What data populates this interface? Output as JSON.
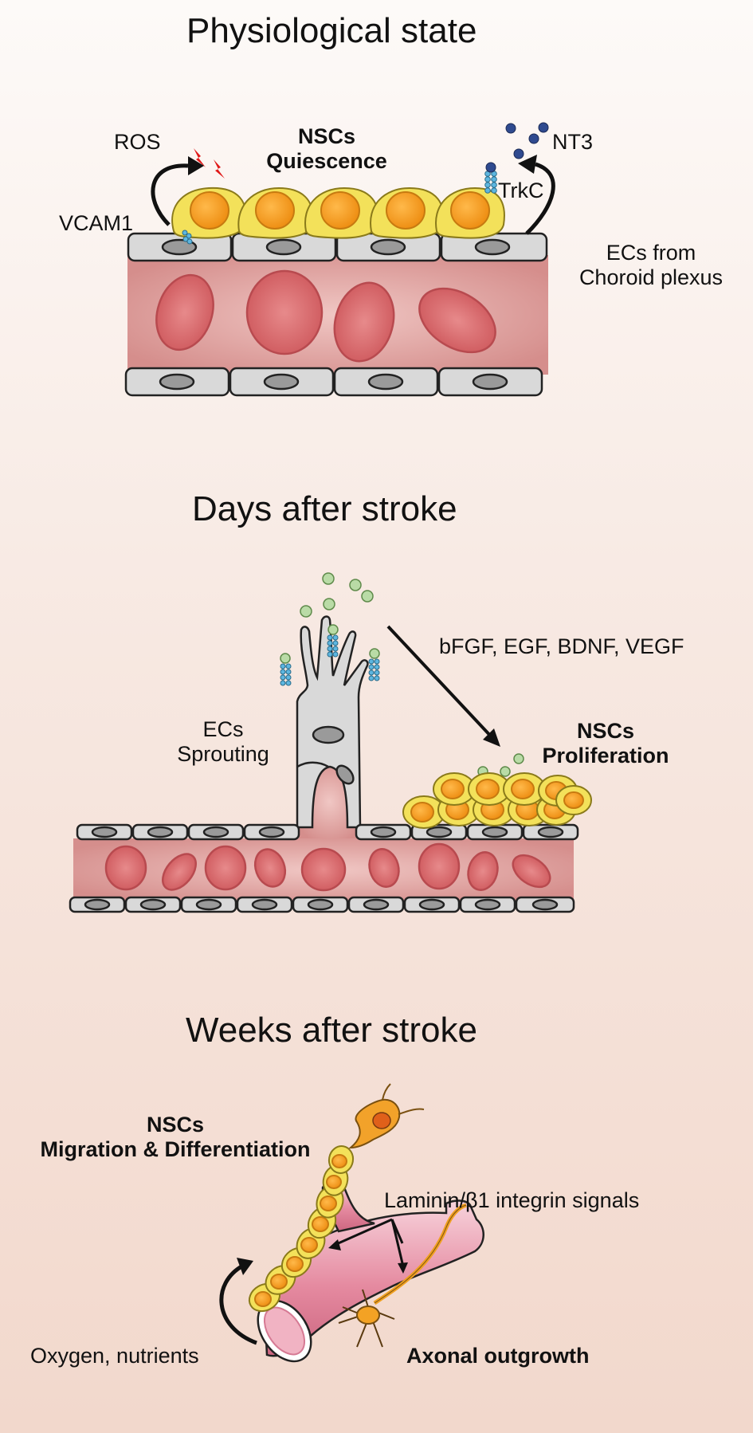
{
  "panels": {
    "physiological": {
      "title": "Physiological state",
      "nscs_line1": "NSCs",
      "nscs_line2": "Quiescence",
      "ros": "ROS",
      "nt3": "NT3",
      "trkc": "TrkC",
      "vcam1": "VCAM1",
      "ecs_line1": "ECs from",
      "ecs_line2": "Choroid plexus"
    },
    "days": {
      "title": "Days after stroke",
      "factors": "bFGF, EGF, BDNF, VEGF",
      "ecs_line1": "ECs",
      "ecs_line2": "Sprouting",
      "nscs_line1": "NSCs",
      "nscs_line2": "Proliferation"
    },
    "weeks": {
      "title": "Weeks after stroke",
      "nscs_line1": "NSCs",
      "nscs_line2": "Migration & Differentiation",
      "signals": "Laminin/β1 integrin signals",
      "oxygen": "Oxygen, nutrients",
      "axonal": "Axonal outgrowth"
    }
  },
  "colors": {
    "vessel_lumen": "#e3a5a2",
    "red_blood_cell": "#d9676a",
    "endothelial_cell": "#d9d9d9",
    "nsc_outer": "#f3e15a",
    "nsc_nucleus": "#f0a020",
    "receptor": "#5db6e0",
    "ligand_nt3": "#2f4a8f",
    "ligand_growth": "#b9dba6",
    "ros": "#e01818"
  }
}
